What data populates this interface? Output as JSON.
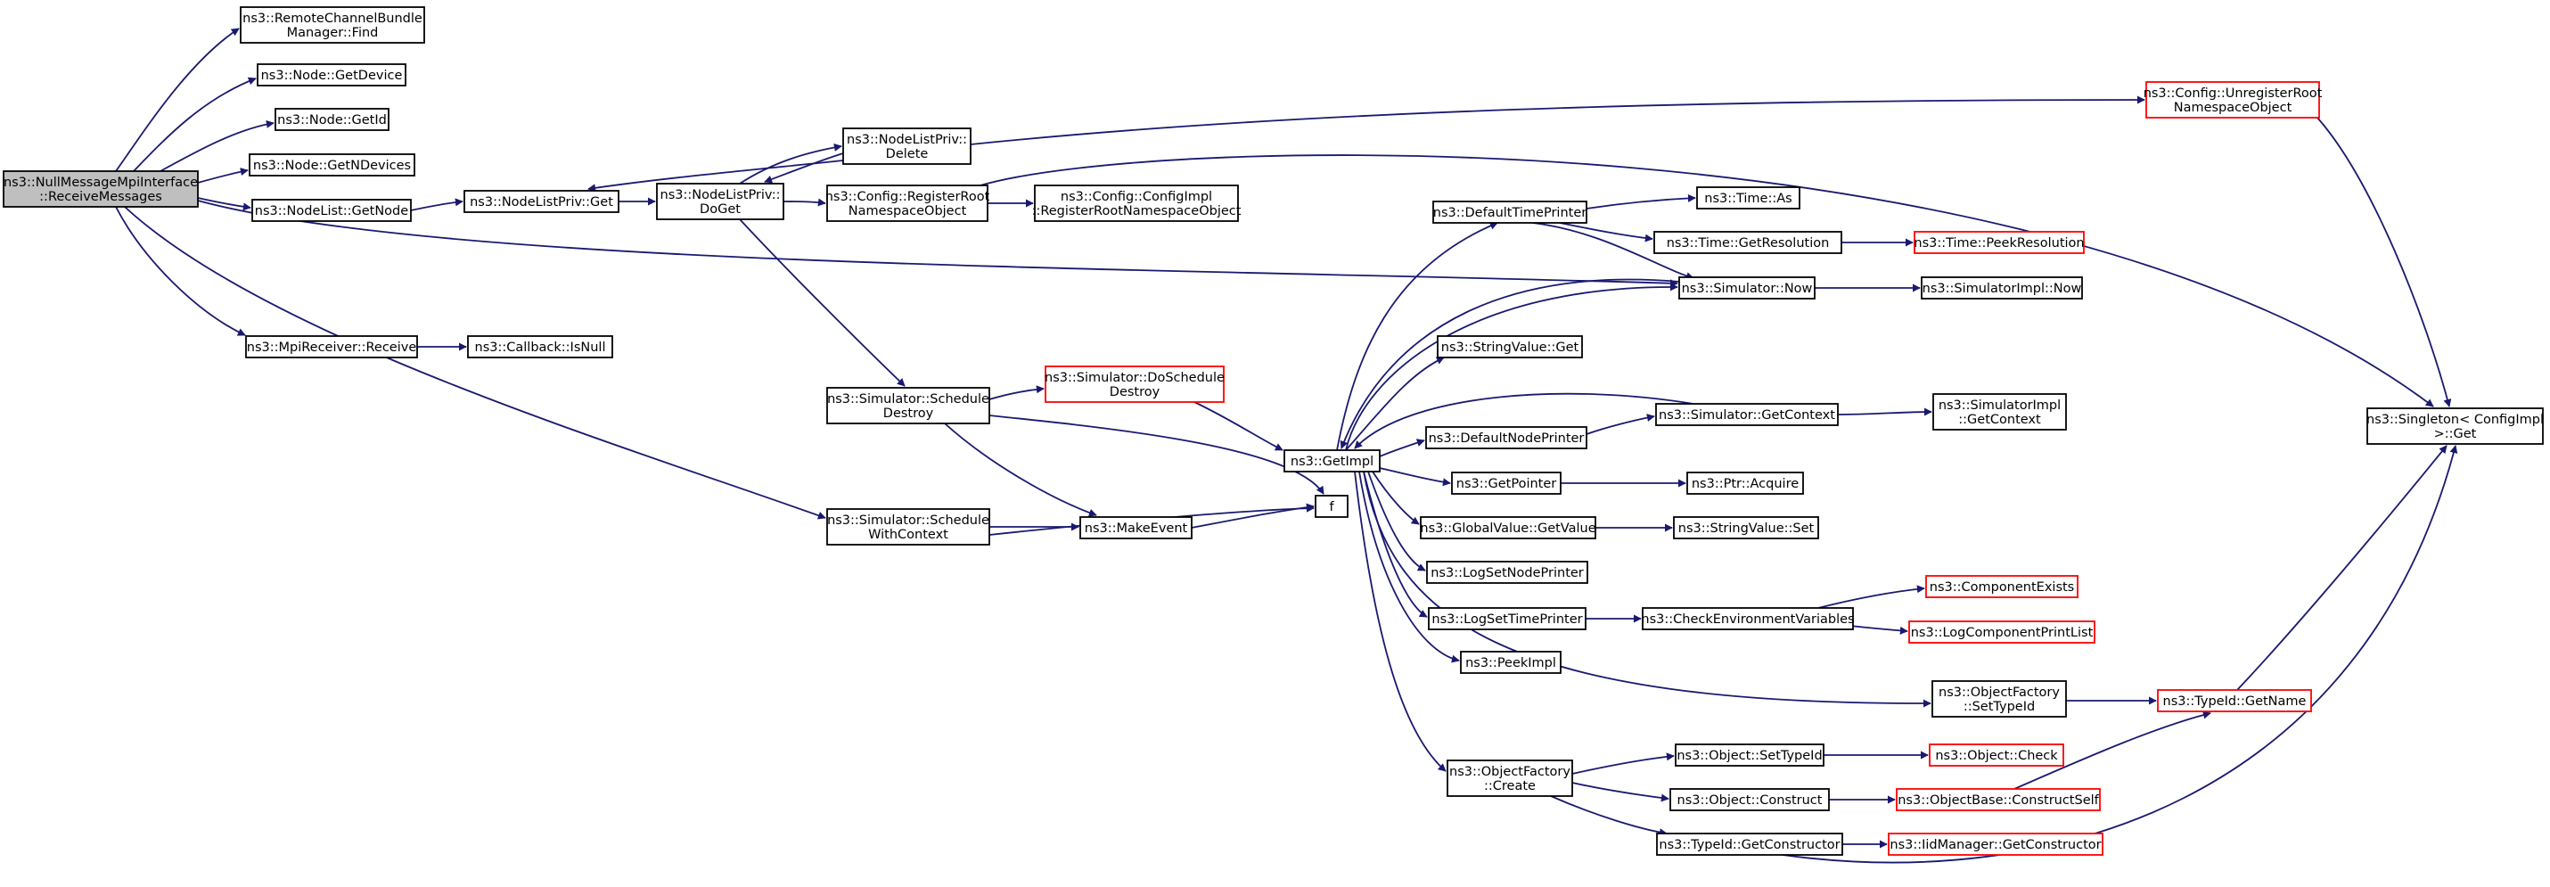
{
  "diagram": {
    "type": "call-graph",
    "edge_color": "#191970",
    "truncated_node_border_color": "#ff0000",
    "root_node_fill": "#bfbfbf",
    "nodes": [
      {
        "id": "root",
        "lines": [
          "ns3::NullMessageMpiInterface",
          "::ReceiveMessages"
        ],
        "style": "root"
      },
      {
        "id": "rcbm_find",
        "lines": [
          "ns3::RemoteChannelBundle",
          "Manager::Find"
        ]
      },
      {
        "id": "node_getdevice",
        "lines": [
          "ns3::Node::GetDevice"
        ]
      },
      {
        "id": "node_getid",
        "lines": [
          "ns3::Node::GetId"
        ]
      },
      {
        "id": "node_getndevices",
        "lines": [
          "ns3::Node::GetNDevices"
        ]
      },
      {
        "id": "nodelist_getnode",
        "lines": [
          "ns3::NodeList::GetNode"
        ]
      },
      {
        "id": "nlp_get",
        "lines": [
          "ns3::NodeListPriv::Get"
        ]
      },
      {
        "id": "nlp_doget",
        "lines": [
          "ns3::NodeListPriv::",
          "DoGet"
        ]
      },
      {
        "id": "nlp_delete",
        "lines": [
          "ns3::NodeListPriv::",
          "Delete"
        ]
      },
      {
        "id": "cfg_register",
        "lines": [
          "ns3::Config::RegisterRoot",
          "NamespaceObject"
        ]
      },
      {
        "id": "cfgimpl_register",
        "lines": [
          "ns3::Config::ConfigImpl",
          "::RegisterRootNamespaceObject"
        ]
      },
      {
        "id": "cfg_unregister",
        "lines": [
          "ns3::Config::UnregisterRoot",
          "NamespaceObject"
        ],
        "style": "truncated"
      },
      {
        "id": "singleton_get",
        "lines": [
          "ns3::Singleton< ConfigImpl",
          ">::Get"
        ]
      },
      {
        "id": "mpi_receive",
        "lines": [
          "ns3::MpiReceiver::Receive"
        ]
      },
      {
        "id": "cb_isnull",
        "lines": [
          "ns3::Callback::IsNull"
        ]
      },
      {
        "id": "sim_schedule_destroy",
        "lines": [
          "ns3::Simulator::Schedule",
          "Destroy"
        ]
      },
      {
        "id": "sim_doschedule_destroy",
        "lines": [
          "ns3::Simulator::DoSchedule",
          "Destroy"
        ],
        "style": "truncated"
      },
      {
        "id": "sim_schedule_ctx",
        "lines": [
          "ns3::Simulator::Schedule",
          "WithContext"
        ]
      },
      {
        "id": "makeevent",
        "lines": [
          "ns3::MakeEvent"
        ]
      },
      {
        "id": "f",
        "lines": [
          "f"
        ]
      },
      {
        "id": "getimpl",
        "lines": [
          "ns3::GetImpl"
        ]
      },
      {
        "id": "default_time_printer",
        "lines": [
          "ns3::DefaultTimePrinter"
        ]
      },
      {
        "id": "time_as",
        "lines": [
          "ns3::Time::As"
        ]
      },
      {
        "id": "time_getres",
        "lines": [
          "ns3::Time::GetResolution"
        ]
      },
      {
        "id": "time_peekres",
        "lines": [
          "ns3::Time::PeekResolution"
        ],
        "style": "truncated"
      },
      {
        "id": "sim_now",
        "lines": [
          "ns3::Simulator::Now"
        ]
      },
      {
        "id": "simimpl_now",
        "lines": [
          "ns3::SimulatorImpl::Now"
        ]
      },
      {
        "id": "stringvalue_get",
        "lines": [
          "ns3::StringValue::Get"
        ]
      },
      {
        "id": "default_node_printer",
        "lines": [
          "ns3::DefaultNodePrinter"
        ]
      },
      {
        "id": "sim_getcontext",
        "lines": [
          "ns3::Simulator::GetContext"
        ]
      },
      {
        "id": "simimpl_getcontext",
        "lines": [
          "ns3::SimulatorImpl",
          "::GetContext"
        ]
      },
      {
        "id": "getpointer",
        "lines": [
          "ns3::GetPointer"
        ]
      },
      {
        "id": "ptr_acquire",
        "lines": [
          "ns3::Ptr::Acquire"
        ]
      },
      {
        "id": "globalvalue_getvalue",
        "lines": [
          "ns3::GlobalValue::GetValue"
        ]
      },
      {
        "id": "stringvalue_set",
        "lines": [
          "ns3::StringValue::Set"
        ]
      },
      {
        "id": "logsetnodeprinter",
        "lines": [
          "ns3::LogSetNodePrinter"
        ]
      },
      {
        "id": "logsettimeprinter",
        "lines": [
          "ns3::LogSetTimePrinter"
        ]
      },
      {
        "id": "checkenv",
        "lines": [
          "ns3::CheckEnvironmentVariables"
        ]
      },
      {
        "id": "componentexists",
        "lines": [
          "ns3::ComponentExists"
        ],
        "style": "truncated"
      },
      {
        "id": "logcomponentprintlist",
        "lines": [
          "ns3::LogComponentPrintList"
        ],
        "style": "truncated"
      },
      {
        "id": "peekimpl",
        "lines": [
          "ns3::PeekImpl"
        ]
      },
      {
        "id": "objfactory_settypeid",
        "lines": [
          "ns3::ObjectFactory",
          "::SetTypeId"
        ]
      },
      {
        "id": "typeid_getname",
        "lines": [
          "ns3::TypeId::GetName"
        ],
        "style": "truncated"
      },
      {
        "id": "objfactory_create",
        "lines": [
          "ns3::ObjectFactory",
          "::Create"
        ]
      },
      {
        "id": "object_settypeid",
        "lines": [
          "ns3::Object::SetTypeId"
        ]
      },
      {
        "id": "object_check",
        "lines": [
          "ns3::Object::Check"
        ],
        "style": "truncated"
      },
      {
        "id": "object_construct",
        "lines": [
          "ns3::Object::Construct"
        ]
      },
      {
        "id": "objectbase_constructself",
        "lines": [
          "ns3::ObjectBase::ConstructSelf"
        ],
        "style": "truncated"
      },
      {
        "id": "typeid_getconstructor",
        "lines": [
          "ns3::TypeId::GetConstructor"
        ]
      },
      {
        "id": "iidmanager_getconstructor",
        "lines": [
          "ns3::IidManager::GetConstructor"
        ],
        "style": "truncated"
      }
    ],
    "edges": [
      [
        "root",
        "rcbm_find"
      ],
      [
        "root",
        "node_getdevice"
      ],
      [
        "root",
        "node_getid"
      ],
      [
        "root",
        "node_getndevices"
      ],
      [
        "root",
        "nodelist_getnode"
      ],
      [
        "root",
        "sim_now"
      ],
      [
        "root",
        "mpi_receive"
      ],
      [
        "root",
        "sim_schedule_ctx"
      ],
      [
        "nodelist_getnode",
        "nlp_get"
      ],
      [
        "nlp_get",
        "nlp_doget"
      ],
      [
        "nlp_doget",
        "nlp_delete"
      ],
      [
        "nlp_doget",
        "cfg_register"
      ],
      [
        "nlp_doget",
        "sim_schedule_destroy"
      ],
      [
        "nlp_delete",
        "nlp_get"
      ],
      [
        "nlp_delete",
        "nlp_doget"
      ],
      [
        "nlp_delete",
        "cfg_unregister"
      ],
      [
        "cfg_register",
        "cfgimpl_register"
      ],
      [
        "cfg_register",
        "singleton_get"
      ],
      [
        "cfg_unregister",
        "singleton_get"
      ],
      [
        "mpi_receive",
        "cb_isnull"
      ],
      [
        "sim_schedule_destroy",
        "sim_doschedule_destroy"
      ],
      [
        "sim_schedule_destroy",
        "makeevent"
      ],
      [
        "sim_schedule_destroy",
        "f"
      ],
      [
        "sim_doschedule_destroy",
        "getimpl"
      ],
      [
        "sim_schedule_ctx",
        "makeevent"
      ],
      [
        "sim_schedule_ctx",
        "f"
      ],
      [
        "makeevent",
        "f"
      ],
      [
        "getimpl",
        "default_time_printer"
      ],
      [
        "getimpl",
        "sim_now"
      ],
      [
        "getimpl",
        "stringvalue_get"
      ],
      [
        "getimpl",
        "default_node_printer"
      ],
      [
        "getimpl",
        "getpointer"
      ],
      [
        "getimpl",
        "globalvalue_getvalue"
      ],
      [
        "getimpl",
        "logsetnodeprinter"
      ],
      [
        "getimpl",
        "logsettimeprinter"
      ],
      [
        "getimpl",
        "peekimpl"
      ],
      [
        "getimpl",
        "objfactory_settypeid"
      ],
      [
        "getimpl",
        "objfactory_create"
      ],
      [
        "default_time_printer",
        "time_as"
      ],
      [
        "default_time_printer",
        "time_getres"
      ],
      [
        "default_time_printer",
        "sim_now"
      ],
      [
        "time_getres",
        "time_peekres"
      ],
      [
        "sim_now",
        "getimpl"
      ],
      [
        "sim_now",
        "simimpl_now"
      ],
      [
        "default_node_printer",
        "sim_getcontext"
      ],
      [
        "sim_getcontext",
        "getimpl"
      ],
      [
        "sim_getcontext",
        "simimpl_getcontext"
      ],
      [
        "getpointer",
        "ptr_acquire"
      ],
      [
        "globalvalue_getvalue",
        "stringvalue_set"
      ],
      [
        "logsettimeprinter",
        "checkenv"
      ],
      [
        "checkenv",
        "componentexists"
      ],
      [
        "checkenv",
        "logcomponentprintlist"
      ],
      [
        "objfactory_settypeid",
        "typeid_getname"
      ],
      [
        "typeid_getname",
        "singleton_get"
      ],
      [
        "objfactory_create",
        "object_settypeid"
      ],
      [
        "objfactory_create",
        "object_construct"
      ],
      [
        "objfactory_create",
        "typeid_getconstructor"
      ],
      [
        "object_settypeid",
        "object_check"
      ],
      [
        "object_construct",
        "objectbase_constructself"
      ],
      [
        "objectbase_constructself",
        "typeid_getname"
      ],
      [
        "typeid_getconstructor",
        "iidmanager_getconstructor"
      ],
      [
        "typeid_getconstructor",
        "singleton_get"
      ]
    ]
  }
}
